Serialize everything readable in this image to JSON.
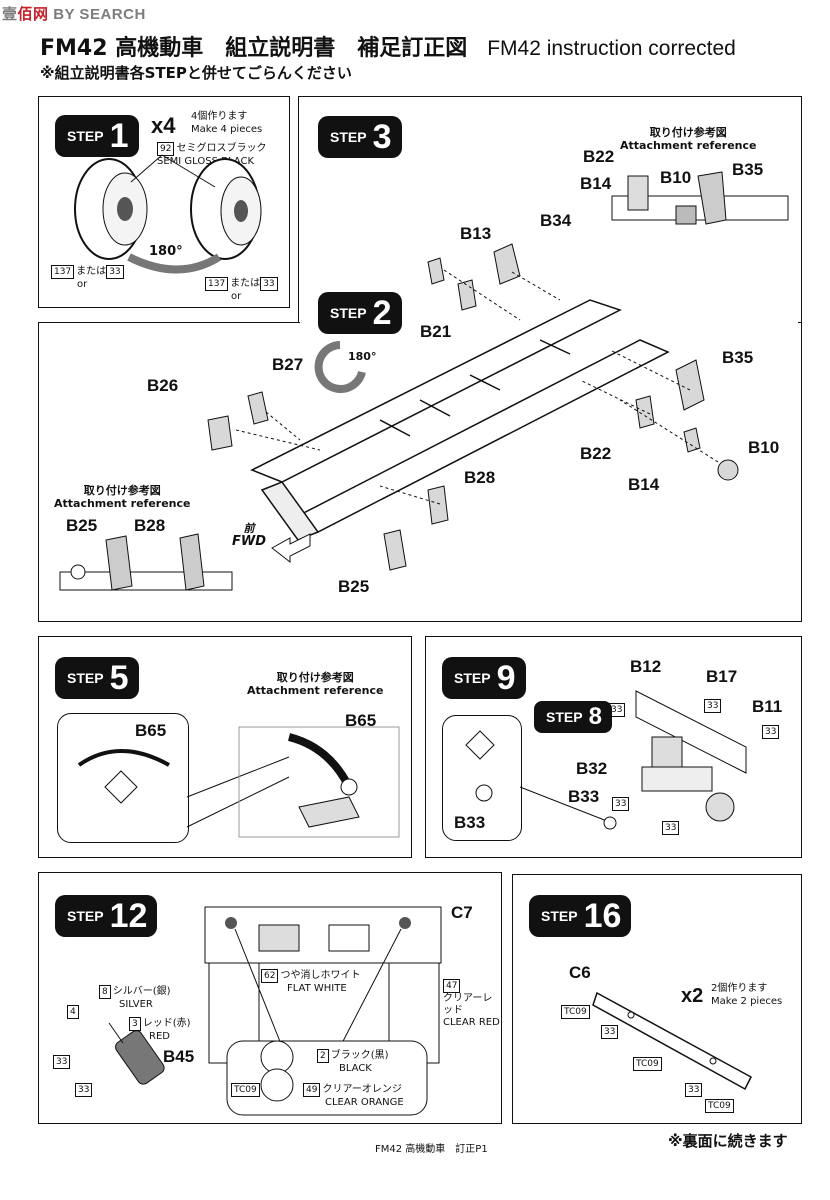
{
  "watermark": {
    "pre": "壹",
    "red": "佰网",
    "text": "BY SEARCH"
  },
  "header": {
    "title": "FM42 高機動車　組立説明書　補足訂正図",
    "title_en": "FM42 instruction corrected",
    "note": "※組立説明書各STEPと併せてごらんください"
  },
  "step_word": "STEP",
  "step1": {
    "num": "1",
    "mult": "x4",
    "jp": "4個作ります",
    "en": "Make 4 pieces",
    "color_num": "92",
    "color_jp": "セミグロスブラック",
    "color_en": "SEMI GLOSS BLACK",
    "rot": "180°",
    "part_a": "137",
    "or_jp": "または",
    "part_b": "33",
    "or_en": "or"
  },
  "step3": {
    "num": "3",
    "ref_jp": "取り付け参考図",
    "ref_en": "Attachment reference",
    "labels": [
      "B22",
      "B14",
      "B10",
      "B35",
      "B13",
      "B34",
      "B21"
    ]
  },
  "step2": {
    "num": "2",
    "rot": "180°",
    "labels": [
      "B27",
      "B26",
      "B35",
      "B22",
      "B10",
      "B14",
      "B28",
      "B25"
    ],
    "ref_jp": "取り付け参考図",
    "ref_en": "Attachment reference",
    "ref_labels": [
      "B25",
      "B28"
    ],
    "fwd_jp": "前",
    "fwd_en": "FWD"
  },
  "step5": {
    "num": "5",
    "ref_jp": "取り付け参考図",
    "ref_en": "Attachment reference",
    "part": "B65"
  },
  "step9": {
    "num": "9",
    "sub_num": "8",
    "labels": [
      "B12",
      "B17",
      "B11",
      "B32",
      "B33"
    ],
    "callout": "B33",
    "part_code": "33"
  },
  "step12": {
    "num": "12",
    "label_c7": "C7",
    "label_b45": "B45",
    "c62": "62",
    "c62_jp": "つや消しホワイト",
    "c62_en": "FLAT WHITE",
    "c47": "47",
    "c47_jp": "クリアーレッド",
    "c47_en": "CLEAR RED",
    "c8": "8",
    "c8_jp": "シルバー(銀)",
    "c8_en": "SILVER",
    "c3": "3",
    "c3_jp": "レッド(赤)",
    "c3_en": "RED",
    "c4": "4",
    "p33": "33",
    "c2": "2",
    "c2_jp": "ブラック(黒)",
    "c2_en": "BLACK",
    "c49": "49",
    "c49_jp": "クリアーオレンジ",
    "c49_en": "CLEAR ORANGE",
    "tc": "TC09"
  },
  "step16": {
    "num": "16",
    "label": "C6",
    "mult": "x2",
    "jp": "2個作ります",
    "en": "Make 2 pieces",
    "tc": "TC09",
    "p33": "33"
  },
  "footer": {
    "text": "FM42 高機動車　訂正P1",
    "continue": "※裏面に続きます"
  }
}
